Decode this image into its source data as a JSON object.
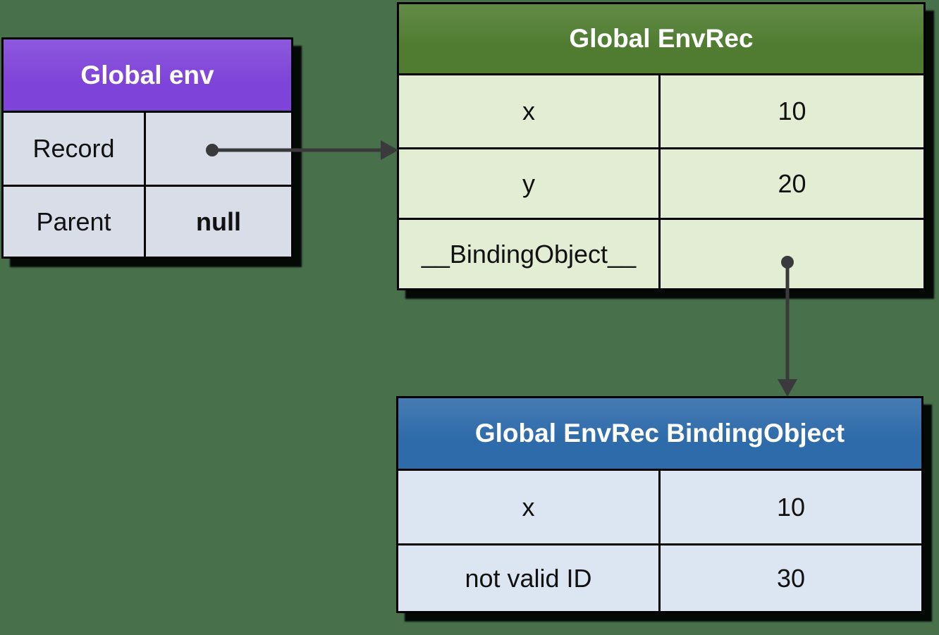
{
  "colors": {
    "background": "#47704B",
    "global_env_header": "#7C40D8",
    "global_env_row_bg": "#D8DDE8",
    "global_envrec_header": "#4C7A2D",
    "global_envrec_row_bg": "#E2EDD4",
    "binding_object_header": "#2A68A8",
    "binding_object_row_bg": "#DBE6F2",
    "arrow": "#3A3A3C",
    "border": "#000000"
  },
  "tables": {
    "global_env": {
      "title": "Global env",
      "rows": [
        {
          "label": "Record",
          "value": ""
        },
        {
          "label": "Parent",
          "value": "null"
        }
      ]
    },
    "global_envrec": {
      "title": "Global EnvRec",
      "rows": [
        {
          "label": "x",
          "value": "10"
        },
        {
          "label": "y",
          "value": "20"
        },
        {
          "label": "__BindingObject__",
          "value": ""
        }
      ]
    },
    "binding_object": {
      "title": "Global EnvRec BindingObject",
      "rows": [
        {
          "label": "x",
          "value": "10"
        },
        {
          "label": "not valid ID",
          "value": "30"
        }
      ]
    }
  },
  "connections": [
    {
      "from": "Global env / Record",
      "to": "Global EnvRec",
      "style": "dot-line-arrowhead"
    },
    {
      "from": "Global EnvRec / __BindingObject__",
      "to": "Global EnvRec BindingObject",
      "style": "dot-line-arrowhead"
    }
  ]
}
